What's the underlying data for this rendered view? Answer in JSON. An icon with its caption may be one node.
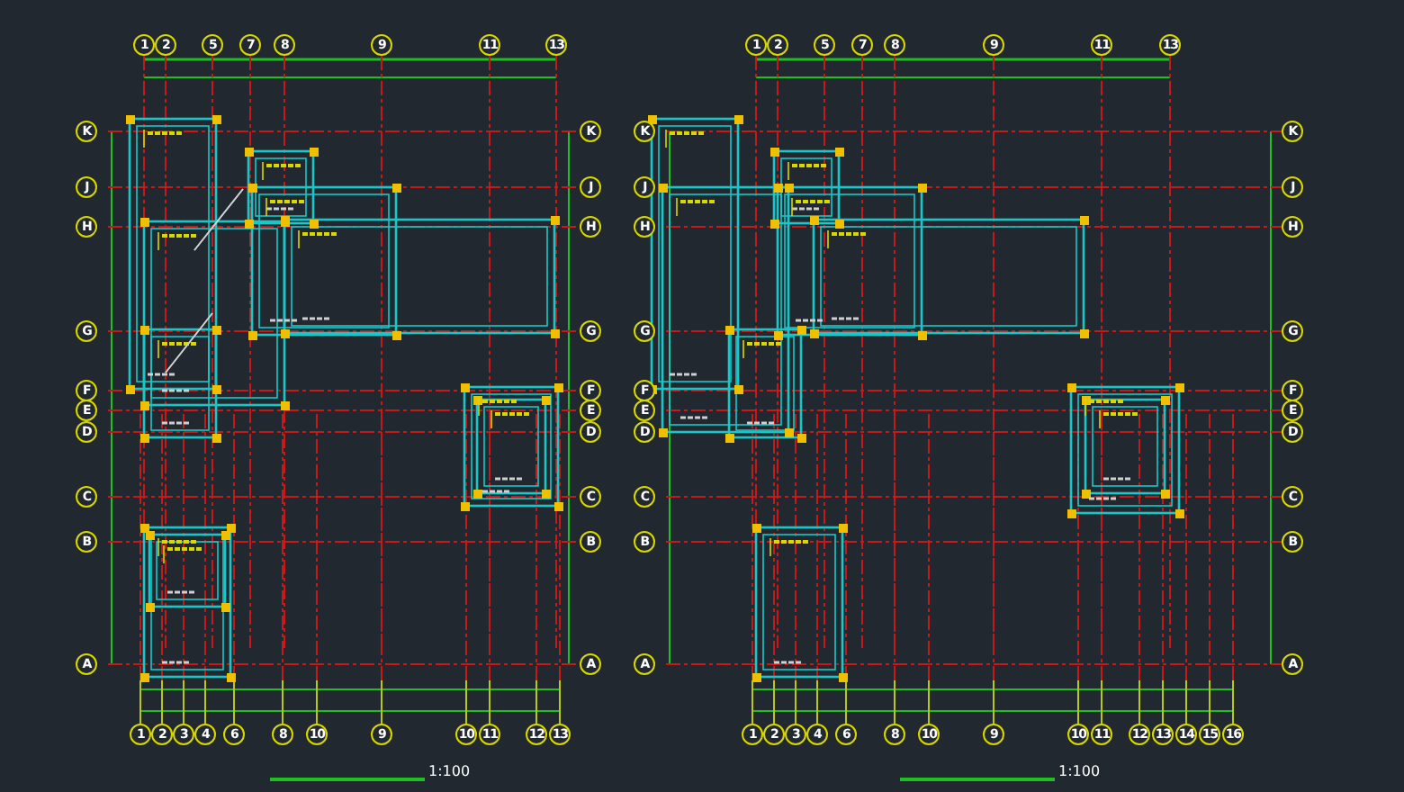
{
  "diagram": {
    "labels": [
      "1",
      "2",
      "5",
      "7",
      "8",
      "9",
      "11",
      "13",
      "1",
      "2",
      "5",
      "7",
      "8",
      "9",
      "11",
      "13",
      "K",
      "J",
      "H",
      "G",
      "F",
      "E",
      "D",
      "C",
      "B",
      "A",
      "K",
      "J",
      "H",
      "G",
      "F",
      "E",
      "D",
      "C",
      "B",
      "A",
      "K",
      "J",
      "H",
      "G",
      "F",
      "E",
      "D",
      "C",
      "B",
      "A",
      "K",
      "J",
      "H",
      "G",
      "F",
      "E",
      "D",
      "C",
      "B",
      "A",
      "1",
      "2",
      "3",
      "4",
      "6",
      "8",
      "10",
      "9",
      "10",
      "11",
      "12",
      "13",
      "1",
      "2",
      "3",
      "4",
      "6",
      "8",
      "10",
      "9",
      "10",
      "11",
      "12",
      "13",
      "14",
      "15",
      "16",
      "1:100",
      "1:100"
    ]
  }
}
